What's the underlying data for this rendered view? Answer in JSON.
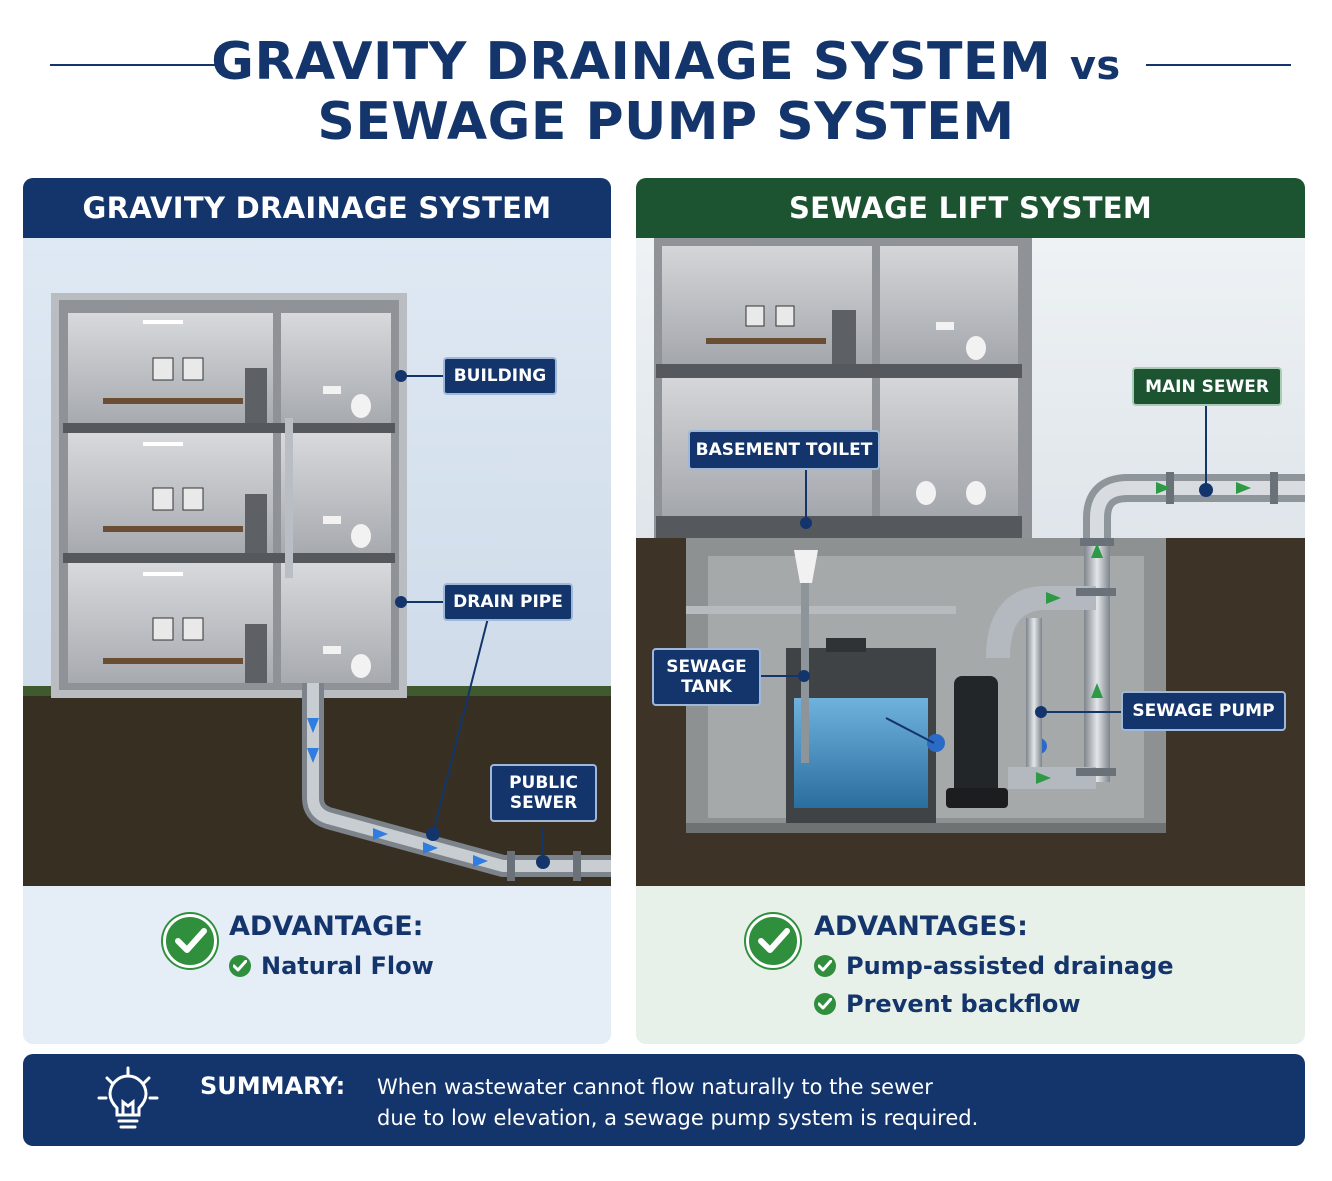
{
  "title": {
    "line1": "GRAVITY DRAINAGE SYSTEM",
    "vs": "vs",
    "line2": "SEWAGE PUMP SYSTEM"
  },
  "gravity": {
    "header": "GRAVITY DRAINAGE SYSTEM",
    "callouts": {
      "building": "BUILDING",
      "drain_pipe": "DRAIN PIPE",
      "public_sewer_l1": "PUBLIC",
      "public_sewer_l2": "SEWER"
    },
    "advantage_title": "ADVANTAGE:",
    "advantages": [
      "Natural Flow"
    ]
  },
  "lift": {
    "header": "SEWAGE LIFT SYSTEM",
    "callouts": {
      "main_sewer": "MAIN SEWER",
      "basement_toilet": "BASEMENT TOILET",
      "sewage_tank_l1": "SEWAGE",
      "sewage_tank_l2": "TANK",
      "sewage_pump": "SEWAGE PUMP"
    },
    "advantage_title": "ADVANTAGES:",
    "advantages": [
      "Pump-assisted drainage",
      "Prevent backflow"
    ]
  },
  "summary": {
    "label": "SUMMARY:",
    "line1": "When wastewater cannot flow naturally to the sewer",
    "line2": "due to low elevation, a sewage pump system is required."
  },
  "colors": {
    "navy": "#14356b",
    "forest_green": "#1c5330",
    "check_green": "#2f8f3c",
    "flow_blue": "#2f7de1",
    "flow_green": "#2e9a45",
    "soil": "#3d3326"
  },
  "icons": [
    "check-circle-icon",
    "light-bulb-icon",
    "flow-arrow-icon"
  ]
}
